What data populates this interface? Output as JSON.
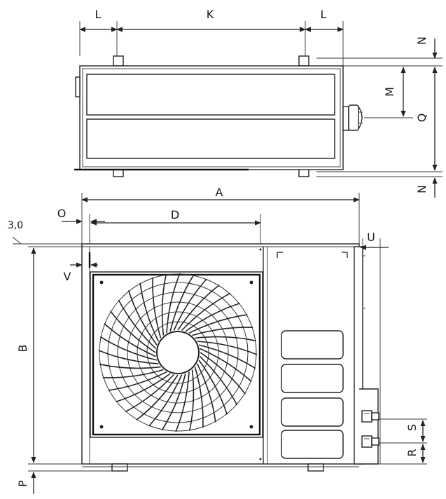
{
  "labels": {
    "L_left": "L",
    "K": "K",
    "L_right": "L",
    "N_top": "N",
    "M": "M",
    "Q": "Q",
    "N_bottom": "N",
    "A": "A",
    "O": "O",
    "D": "D",
    "three": "3,0",
    "U": "U",
    "V": "V",
    "B": "B",
    "S": "S",
    "R": "R",
    "P": "P"
  },
  "colors": {
    "line": "#222222",
    "background": "#ffffff"
  }
}
